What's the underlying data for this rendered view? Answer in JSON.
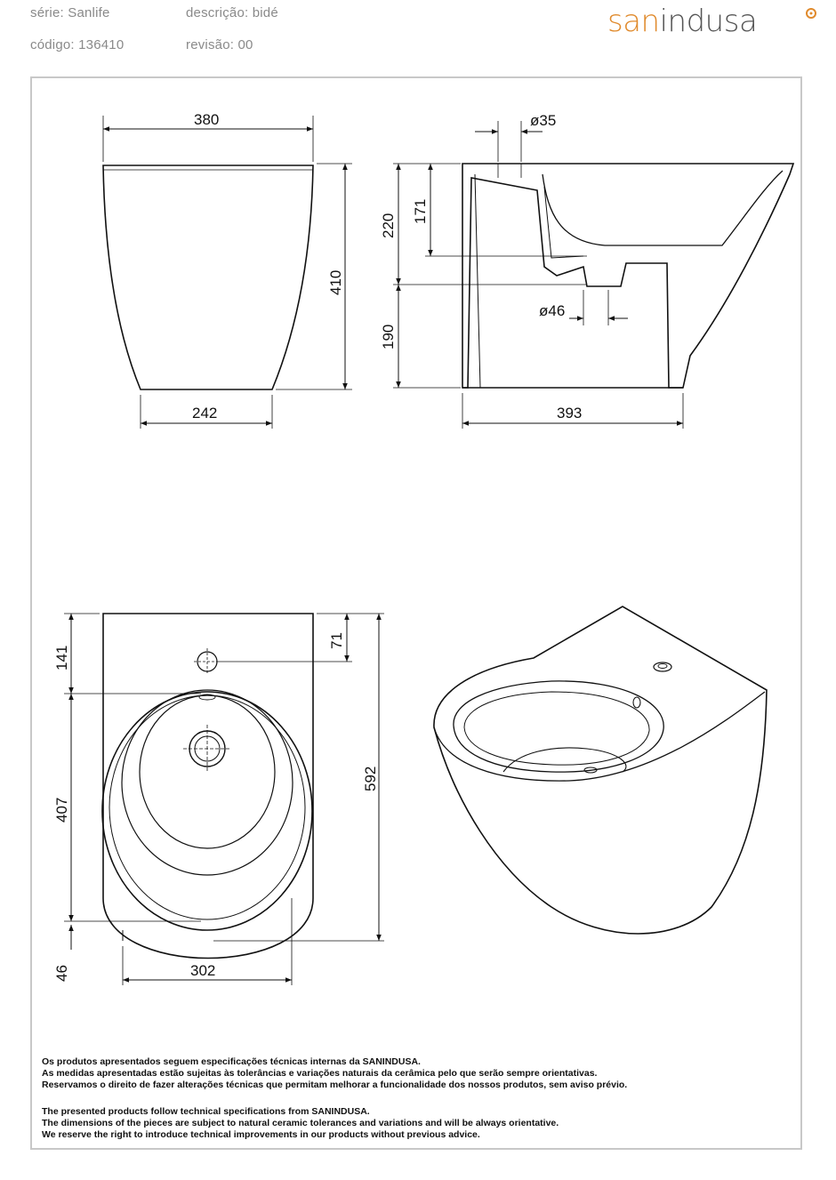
{
  "header": {
    "series_label": "série: Sanlife",
    "description_label": "descrição: bidé",
    "code_label": "código: 136410",
    "revision_label": "revisão: 00"
  },
  "logo": {
    "part_a": "san",
    "part_b": "indusa",
    "accent_color": "#e08a2c",
    "text_color": "#555555"
  },
  "dimensions": {
    "front_top_width": "380",
    "front_base_width": "242",
    "front_height": "410",
    "side_total_height": "220",
    "side_rim_depth": "171",
    "side_lower_height": "190",
    "side_depth": "393",
    "tap_hole_diameter": "ø35",
    "drain_diameter": "ø46",
    "plan_tap_offset": "141",
    "plan_tap_offset_right": "71",
    "plan_bowl_length": "407",
    "plan_total_length": "592",
    "plan_rear_gap": "46",
    "plan_bowl_width": "302"
  },
  "notes_pt": [
    "Os produtos apresentados seguem especificações técnicas internas da SANINDUSA.",
    "As medidas apresentadas estão sujeitas às tolerâncias e variações naturais da cerâmica pelo que serão sempre orientativas.",
    "Reservamos o direito de fazer alterações técnicas que permitam melhorar a funcionalidade dos nossos produtos, sem aviso prévio."
  ],
  "notes_en": [
    "The presented products follow technical specifications from SANINDUSA.",
    "The dimensions of the pieces are subject to natural ceramic tolerances and variations and will be always orientative.",
    "We reserve the right to introduce technical improvements in our products without previous advice."
  ]
}
